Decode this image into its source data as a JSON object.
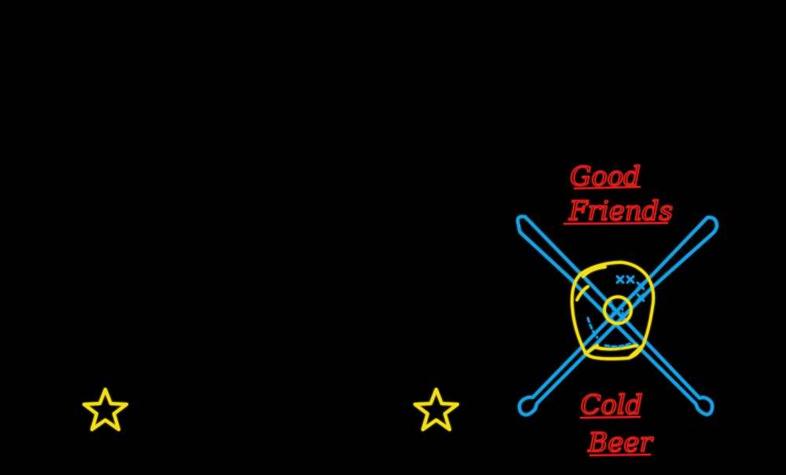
{
  "sign": {
    "line1": "Good",
    "line2": "Friends",
    "line3": "Cold",
    "line4": "Beer"
  },
  "colors": {
    "background": "#000000",
    "text_neon": "#e0201e",
    "bat_neon": "#1e9fe0",
    "glove_neon": "#f2df1a",
    "star_neon": "#f2df1a"
  },
  "icons": {
    "bats": "crossed-baseball-bats-icon",
    "glove": "baseball-glove-icon",
    "ball": "baseball-icon",
    "star": "star-icon"
  }
}
